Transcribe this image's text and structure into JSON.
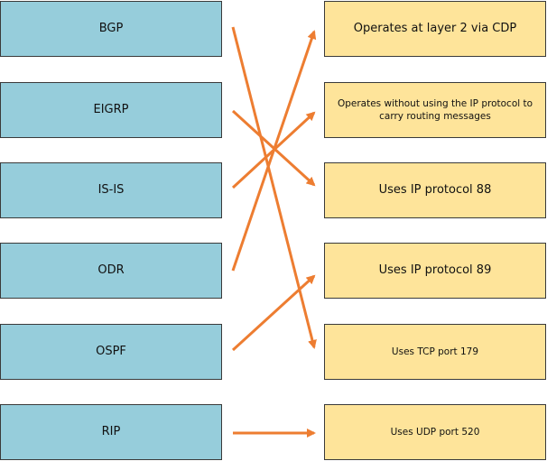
{
  "protocols": [
    {
      "label": "BGP"
    },
    {
      "label": "EIGRP"
    },
    {
      "label": "IS-IS"
    },
    {
      "label": "ODR"
    },
    {
      "label": "OSPF"
    },
    {
      "label": "RIP"
    }
  ],
  "descriptions": [
    {
      "label": "Operates at layer 2 via CDP"
    },
    {
      "label": "Operates without using the IP protocol to carry routing messages"
    },
    {
      "label": "Uses IP protocol 88"
    },
    {
      "label": "Uses IP protocol 89"
    },
    {
      "label": "Uses TCP port 179"
    },
    {
      "label": "Uses UDP port 520"
    }
  ],
  "matches": [
    {
      "from": "BGP",
      "to": "Uses TCP port 179"
    },
    {
      "from": "EIGRP",
      "to": "Uses IP protocol 88"
    },
    {
      "from": "IS-IS",
      "to": "Operates without using the IP protocol to carry routing messages"
    },
    {
      "from": "ODR",
      "to": "Operates at layer 2 via CDP"
    },
    {
      "from": "OSPF",
      "to": "Uses IP protocol 89"
    },
    {
      "from": "RIP",
      "to": "Uses UDP port 520"
    }
  ],
  "colors": {
    "left_fill": "#96cddb",
    "right_fill": "#fee49a",
    "arrow": "#ed7d31",
    "border": "#3a3a3a"
  }
}
